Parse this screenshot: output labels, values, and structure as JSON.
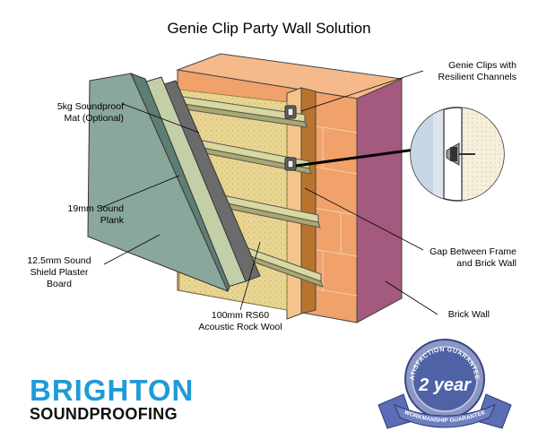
{
  "title": "Genie Clip Party Wall Solution",
  "labels": {
    "mat": [
      "5kg Soundproof",
      "Mat (Optional)"
    ],
    "plank": [
      "19mm Sound",
      "Plank"
    ],
    "plaster": [
      "12.5mm Sound",
      "Shield Plaster",
      "Board"
    ],
    "rockwool": [
      "100mm RS60",
      "Acoustic Rock Wool"
    ],
    "clips": [
      "Genie Clips with",
      "Resilient Channels"
    ],
    "gap": [
      "Gap Between Frame",
      "and Brick Wall"
    ],
    "brick": "Brick Wall"
  },
  "logo": {
    "brand": "BRIGHTON",
    "sub": "SOUNDPROOFING"
  },
  "badge": {
    "arc_text": "SATISFACTION GUARANTEED",
    "main": "2 year",
    "ribbon": "WORKMANSHIP GUARANTEE"
  },
  "colors": {
    "brick": "#f0a26a",
    "brick_side": "#a4597f",
    "plaster": "#8aa79c",
    "plank": "#c2cfa9",
    "rockwool": "#e8d592",
    "logo_blue": "#1e9bd7",
    "badge_blue": "#4f62a6"
  }
}
